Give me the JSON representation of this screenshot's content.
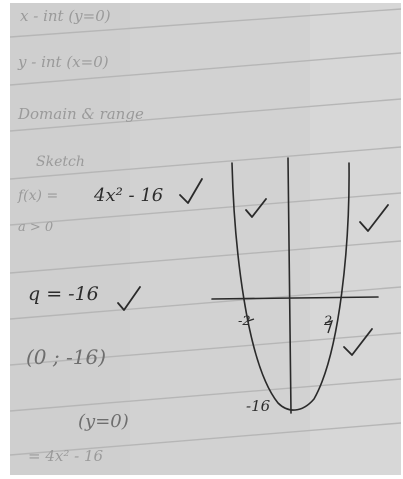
{
  "notes": {
    "line1": "x - int (y=0)",
    "line2": "y - int (x=0)",
    "line3": "Domain & range",
    "line4": "Sketch",
    "function_lhs": "f(x) =",
    "function_rhs": "4x² - 16",
    "line6": "a > 0",
    "q_value": "q = -16",
    "point": "(0 ; -16)",
    "check_line": "(y=0)",
    "bottom_line": "= 4x² - 16"
  },
  "graph": {
    "left_root_label": "-2",
    "right_root_label": "2",
    "vertex_label": "-16"
  },
  "colors": {
    "paper": "#d4d4d4",
    "ink": "#2c2c2c",
    "faint_ink": "#9a9a9a",
    "ruled_line": "#b8b8b8"
  }
}
